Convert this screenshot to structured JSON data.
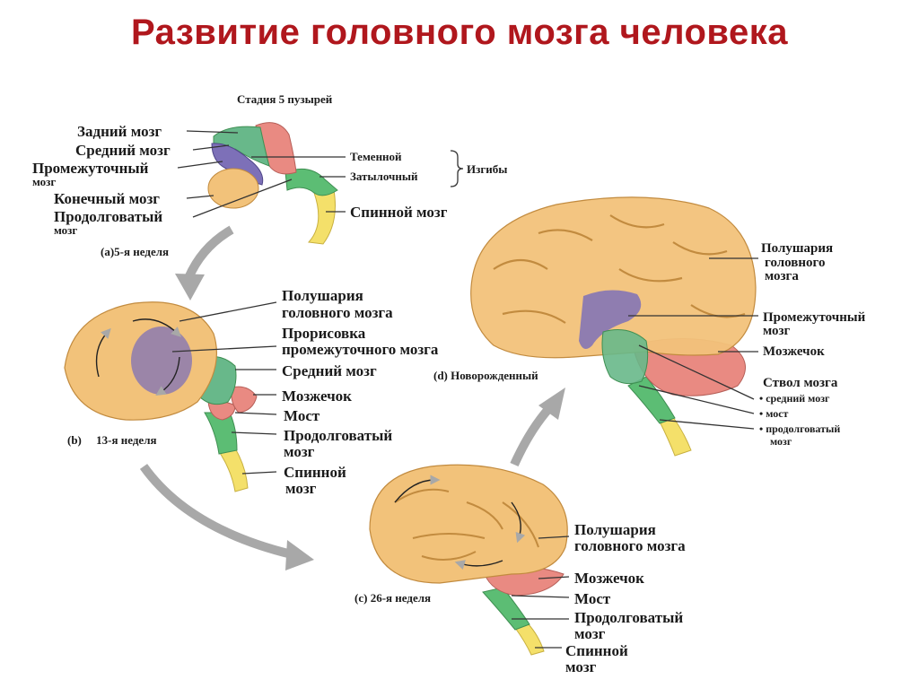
{
  "title": "Развитие головного мозга человека",
  "colors": {
    "title": "#b0171d",
    "forebrain": "#f2c27a",
    "diencephalon": "#7d70b8",
    "midbrain": "#68b88a",
    "cerebellum": "#e98a82",
    "medulla": "#5cbd74",
    "spinal_cord": "#f4e06a",
    "arrow": "#a8a8a8"
  },
  "stage_a": {
    "heading": "Стадия 5 пузырей",
    "labels": {
      "hindbrain": "Задний мозг",
      "midbrain": "Средний мозг",
      "diencephalon_1": "Промежуточный",
      "diencephalon_2": "мозг",
      "telencephalon": "Конечный мозг",
      "medulla_1": "Продолговатый",
      "medulla_2": "мозг",
      "parietal": "Теменной",
      "occipital": "Затылочный",
      "flexures": "Изгибы",
      "spinal_cord": "Спинной мозг"
    },
    "caption_letter": "(a)",
    "caption_text": "5-я неделя"
  },
  "stage_b": {
    "labels": {
      "hemispheres_1": "Полушария",
      "hemispheres_2": "головного мозга",
      "diencephalon_outline_1": "Прорисовка",
      "diencephalon_outline_2": "промежуточного мозга",
      "midbrain": "Средний мозг",
      "cerebellum": "Мозжечок",
      "pons": "Мост",
      "medulla_1": "Продолговатый",
      "medulla_2": "мозг",
      "spinal_1": "Спинной",
      "spinal_2": "мозг"
    },
    "caption_letter": "(b)",
    "caption_text": "13-я неделя"
  },
  "stage_c": {
    "labels": {
      "hemispheres_1": "Полушария",
      "hemispheres_2": "головного мозга",
      "cerebellum": "Мозжечок",
      "pons": "Мост",
      "medulla_1": "Продолговатый",
      "medulla_2": "мозг",
      "spinal_1": "Спинной",
      "spinal_2": "мозг"
    },
    "caption_letter": "(c)",
    "caption_text": "26-я неделя"
  },
  "stage_d": {
    "labels": {
      "hemispheres_1": "Полушария",
      "hemispheres_2": "головного",
      "hemispheres_3": "мозга",
      "diencephalon_1": "Промежуточный",
      "diencephalon_2": "мозг",
      "cerebellum": "Мозжечок",
      "brainstem": "Ствол мозга",
      "midbrain": "• средний мозг",
      "pons": "• мост",
      "medulla_1": "• продолговатый",
      "medulla_2": "мозг"
    },
    "caption_letter": "(d)",
    "caption_text": "Новорожденный"
  }
}
